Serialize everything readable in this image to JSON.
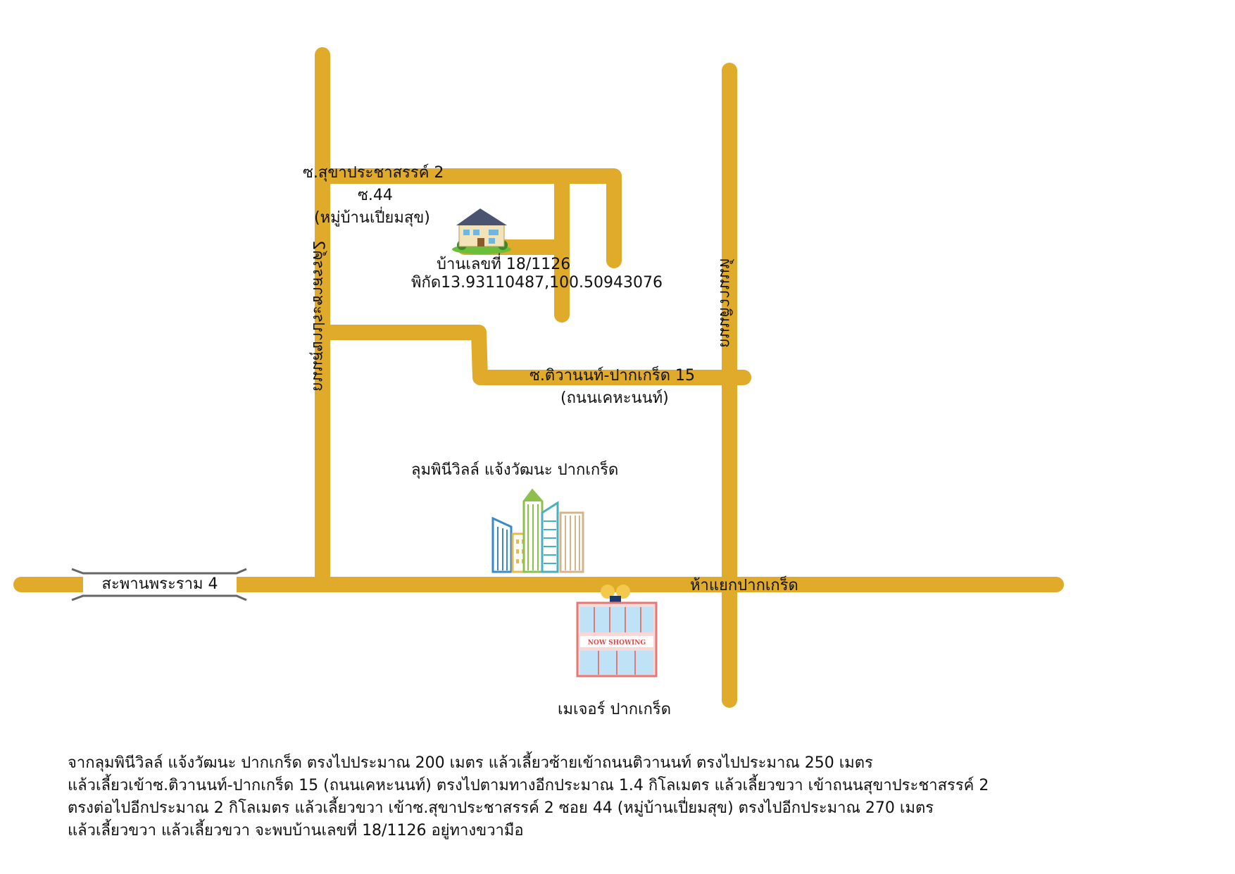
{
  "colors": {
    "road": "#E0AA2A",
    "bridge_rail": "#666666",
    "text": "#111111"
  },
  "roads": {
    "soi_sukhaprachasan2": "ซ.สุขาประชาสรรค์ 2",
    "soi_44": "ซ.44",
    "village": "(หมู่บ้านเปี่ยมสุข)",
    "soi_tiwanon": "ซ.ติวานนท์-ปากเกร็ด 15",
    "kehanon": "(ถนนเคหะนนท์)",
    "sukhaprachasan2_road": "ถนนสุขาประชาสรรค์2",
    "tiwanon_road": "ถนนติวานนท์",
    "bridge": "สะพานพระราม 4",
    "junction": "ห้าแยกปากเกร็ด"
  },
  "destination": {
    "house": "บ้านเลขที่ 18/1126",
    "coords": "พิกัด13.93110487,100.50943076",
    "icon": "house-icon"
  },
  "landmarks": {
    "lumpini": {
      "label": "ลุมพินีวิลล์ แจ้งวัฒนะ ปากเกร็ด",
      "icon": "buildings-icon"
    },
    "major": {
      "label": "เมเจอร์ ปากเกร็ด",
      "icon": "cinema-icon",
      "sign": "NOW SHOWING"
    }
  },
  "directions": [
    "จากลุมพินีวิลล์ แจ้งวัฒนะ ปากเกร็ด  ตรงไปประมาณ 200 เมตร แล้วเลี้ยวซ้ายเข้าถนนติวานนท์ ตรงไปประมาณ 250 เมตร",
    "แล้วเลี้ยวเข้าซ.ติวานนท์-ปากเกร็ด 15 (ถนนเคหะนนท์) ตรงไปตามทางอีกประมาณ 1.4 กิโลเมตร แล้วเลี้ยวขวา เข้าถนนสุขาประชาสรรค์ 2",
    "ตรงต่อไปอีกประมาณ 2 กิโลเมตร แล้วเลี้ยวขวา เข้าซ.สุขาประชาสรรค์ 2 ซอย 44 (หมู่บ้านเปี่ยมสุข) ตรงไปอีกประมาณ 270 เมตร",
    "แล้วเลี้ยวขวา แล้วเลี้ยวขวา จะพบบ้านเลขที่ 18/1126 อยู่ทางขวามือ"
  ]
}
